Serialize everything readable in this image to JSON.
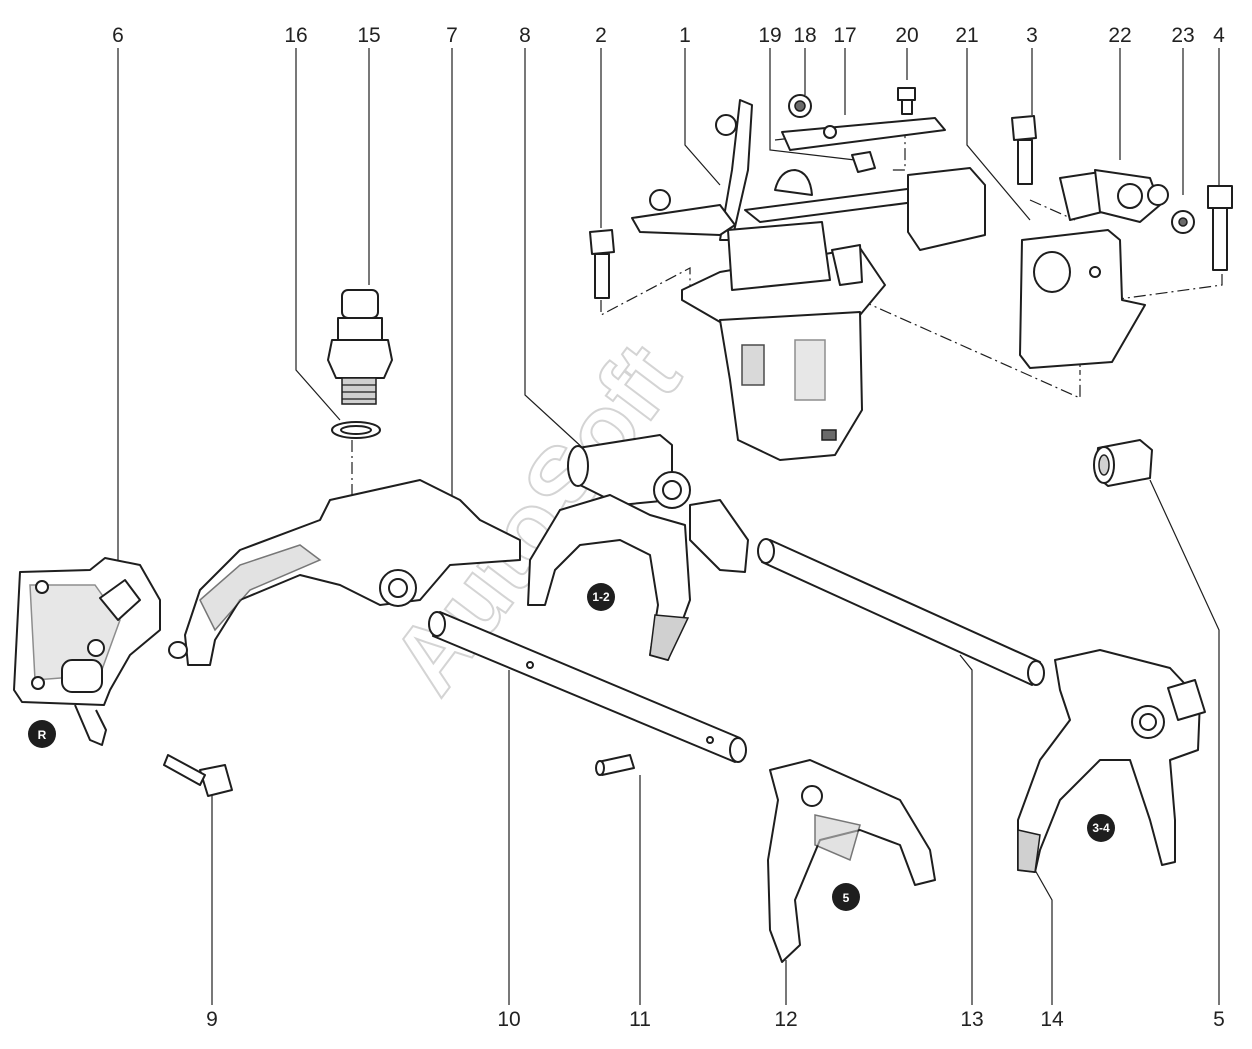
{
  "watermark": "AutoSoft",
  "callouts_top": [
    "6",
    "16",
    "15",
    "7",
    "8",
    "2",
    "1",
    "19",
    "18",
    "17",
    "20",
    "21",
    "3",
    "22",
    "23",
    "4"
  ],
  "callouts_bottom": [
    "9",
    "10",
    "11",
    "12",
    "13",
    "14",
    "5"
  ],
  "badges": [
    "R",
    "1-2",
    "5",
    "3-4"
  ]
}
